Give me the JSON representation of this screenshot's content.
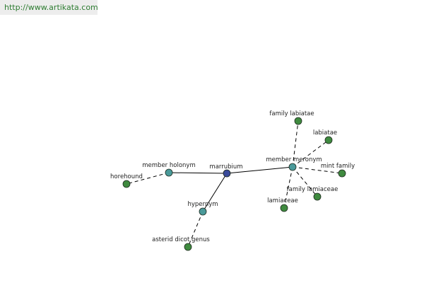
{
  "header": {
    "url_text": "http://www.artikata.com"
  },
  "colors": {
    "root": "#3a4a9a",
    "relation": "#4a9a9a",
    "term": "#3f8a3f",
    "url": "#2e7d32"
  },
  "graph": {
    "nodes": [
      {
        "id": "marrubium",
        "label": "marrubium",
        "kind": "root"
      },
      {
        "id": "member-holonym",
        "label": "member holonym",
        "kind": "relation"
      },
      {
        "id": "hypernym",
        "label": "hypernym",
        "kind": "relation"
      },
      {
        "id": "member-meronym",
        "label": "member meronym",
        "kind": "relation"
      },
      {
        "id": "horehound",
        "label": "horehound",
        "kind": "term"
      },
      {
        "id": "asterid-dicot-genus",
        "label": "asterid dicot genus",
        "kind": "term"
      },
      {
        "id": "family-labiatae",
        "label": "family labiatae",
        "kind": "term"
      },
      {
        "id": "labiatae",
        "label": "labiatae",
        "kind": "term"
      },
      {
        "id": "mint-family",
        "label": "mint family",
        "kind": "term"
      },
      {
        "id": "family-lamiaceae",
        "label": "family lamiaceae",
        "kind": "term"
      },
      {
        "id": "lamiaceae",
        "label": "lamiaceae",
        "kind": "term"
      }
    ],
    "edges": [
      {
        "from": "marrubium",
        "to": "member-holonym",
        "style": "solid"
      },
      {
        "from": "marrubium",
        "to": "hypernym",
        "style": "solid"
      },
      {
        "from": "marrubium",
        "to": "member-meronym",
        "style": "solid"
      },
      {
        "from": "member-holonym",
        "to": "horehound",
        "style": "dashed"
      },
      {
        "from": "hypernym",
        "to": "asterid-dicot-genus",
        "style": "dashed"
      },
      {
        "from": "member-meronym",
        "to": "family-labiatae",
        "style": "dashed"
      },
      {
        "from": "member-meronym",
        "to": "labiatae",
        "style": "dashed"
      },
      {
        "from": "member-meronym",
        "to": "mint-family",
        "style": "dashed"
      },
      {
        "from": "member-meronym",
        "to": "family-lamiaceae",
        "style": "dashed"
      },
      {
        "from": "member-meronym",
        "to": "lamiaceae",
        "style": "dashed"
      }
    ]
  }
}
